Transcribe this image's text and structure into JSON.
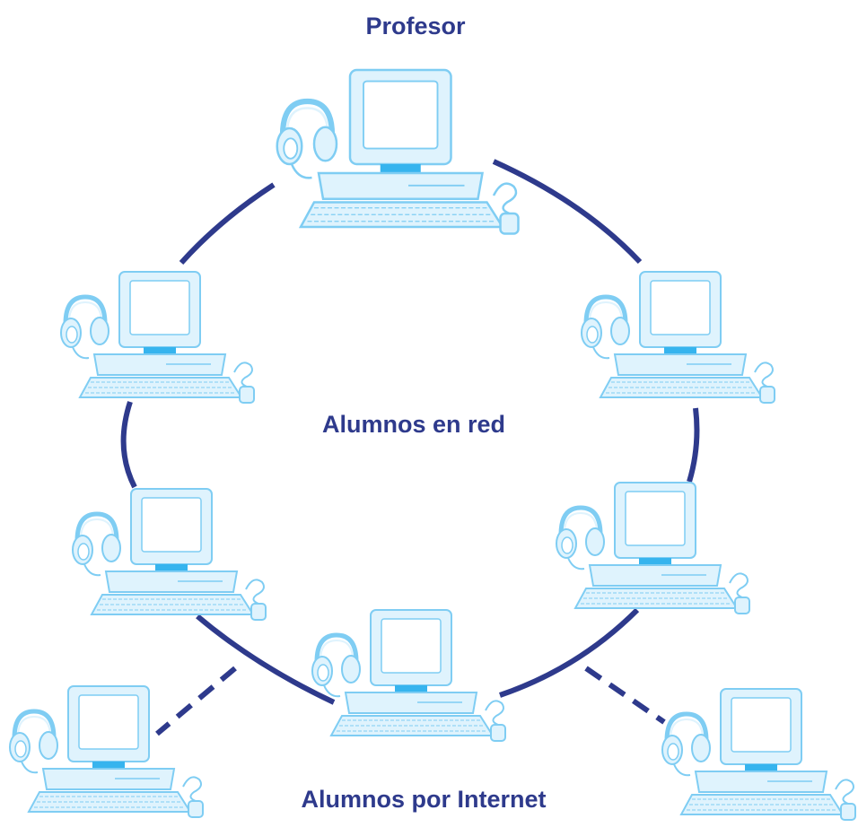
{
  "labels": {
    "teacher": "Profesor",
    "network_students": "Alumnos en red",
    "internet_students": "Alumnos por Internet"
  },
  "colors": {
    "link": "#2e3a8c",
    "label": "#2e3a8c",
    "workstation_fill": "#dff3fd",
    "workstation_line": "#7fcdf3",
    "workstation_accent": "#36b4ee"
  },
  "nodes": [
    {
      "id": "teacher",
      "role": "profesor",
      "icon": "workstation-with-headset-icon"
    },
    {
      "id": "student-left-upper",
      "role": "alumno en red",
      "icon": "workstation-with-headset-icon"
    },
    {
      "id": "student-right-upper",
      "role": "alumno en red",
      "icon": "workstation-with-headset-icon"
    },
    {
      "id": "student-left-lower",
      "role": "alumno en red",
      "icon": "workstation-with-headset-icon"
    },
    {
      "id": "student-right-lower",
      "role": "alumno en red",
      "icon": "workstation-with-headset-icon"
    },
    {
      "id": "student-bottom",
      "role": "alumno en red",
      "icon": "workstation-with-headset-icon"
    },
    {
      "id": "internet-left",
      "role": "alumno por Internet",
      "icon": "workstation-with-headset-icon"
    },
    {
      "id": "internet-right",
      "role": "alumno por Internet",
      "icon": "workstation-with-headset-icon"
    }
  ],
  "links": [
    {
      "from": "teacher",
      "to": "student-left-upper",
      "style": "solid"
    },
    {
      "from": "teacher",
      "to": "student-right-upper",
      "style": "solid"
    },
    {
      "from": "student-left-upper",
      "to": "student-left-lower",
      "style": "solid"
    },
    {
      "from": "student-right-upper",
      "to": "student-right-lower",
      "style": "solid"
    },
    {
      "from": "student-left-lower",
      "to": "student-bottom",
      "style": "solid"
    },
    {
      "from": "student-right-lower",
      "to": "student-bottom",
      "style": "solid"
    },
    {
      "from": "student-bottom",
      "to": "internet-left",
      "style": "dashed"
    },
    {
      "from": "student-bottom",
      "to": "internet-right",
      "style": "dashed"
    }
  ]
}
